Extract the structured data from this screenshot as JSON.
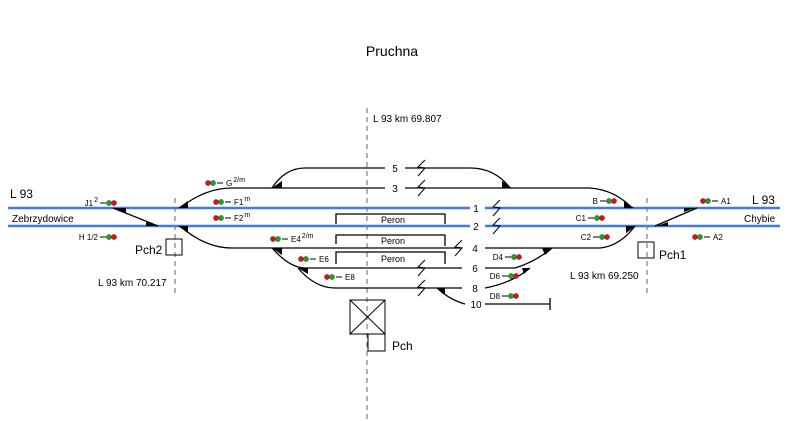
{
  "title": "Pruchna",
  "line_label_left": "L 93",
  "line_label_right": "L 93",
  "direction_left": "Zebrzydowice",
  "direction_right": "Chybie",
  "axis_km": "L 93  km  69.807",
  "km_left": "L 93 km  70.217",
  "km_right": "L 93 km  69.250",
  "posts": {
    "left": "Pch2",
    "right": "Pch1",
    "station": "Pch"
  },
  "tracks": [
    "5",
    "3",
    "1",
    "2",
    "4",
    "6",
    "8",
    "10"
  ],
  "platforms": [
    "Peron",
    "Peron",
    "Peron"
  ],
  "signals": {
    "J1": {
      "name": "J1",
      "sup": "2"
    },
    "H": {
      "name": "H 1/2"
    },
    "G": {
      "name": "G",
      "sup": "2/m"
    },
    "F1": {
      "name": "F1",
      "sup": "m"
    },
    "F2": {
      "name": "F2",
      "sup": "m"
    },
    "E4": {
      "name": "E4",
      "sup": "2/m"
    },
    "E6": {
      "name": "E6"
    },
    "E8": {
      "name": "E8"
    },
    "B": {
      "name": "B"
    },
    "C1": {
      "name": "C1"
    },
    "C2": {
      "name": "C2"
    },
    "D4": {
      "name": "D4"
    },
    "D6": {
      "name": "D6"
    },
    "D8": {
      "name": "D8"
    },
    "A1": {
      "name": "A1"
    },
    "A2": {
      "name": "A2"
    }
  },
  "colors": {
    "main_track": "#3d7be8",
    "side_track": "#000000",
    "signal_red": "#e01010",
    "signal_green": "#20a020"
  }
}
